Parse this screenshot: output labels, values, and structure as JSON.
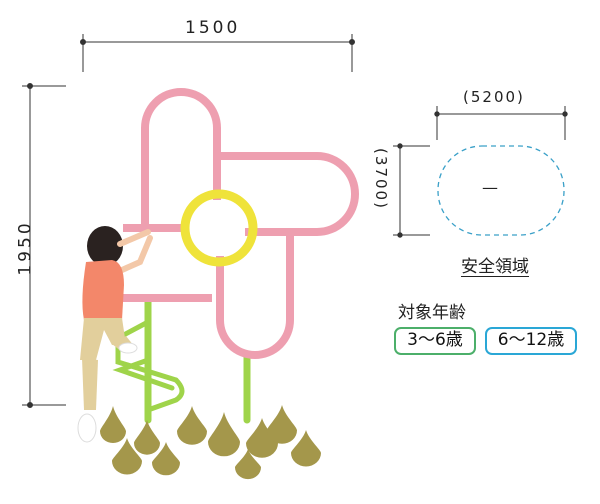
{
  "dimensions": {
    "width": "1500",
    "height": "1950"
  },
  "safety_area": {
    "width": "(5200)",
    "depth": "(3700)",
    "center_mark": "—",
    "label": "安全領域"
  },
  "age": {
    "heading": "対象年齢",
    "ranges": [
      {
        "text": "3〜6歳",
        "color": "#4caf6a"
      },
      {
        "text": "6〜12歳",
        "color": "#2aa7d6"
      }
    ]
  },
  "colors": {
    "frame": "#ee9fb0",
    "ring": "#efe33a",
    "post": "#9fd44a",
    "teardrops": "#a4974b",
    "dimension_lines": "#333333",
    "safety_outline": "#3aa0c8"
  },
  "icons": [
    "windmill-climber",
    "child-climbing",
    "teardrop-shrubs"
  ]
}
